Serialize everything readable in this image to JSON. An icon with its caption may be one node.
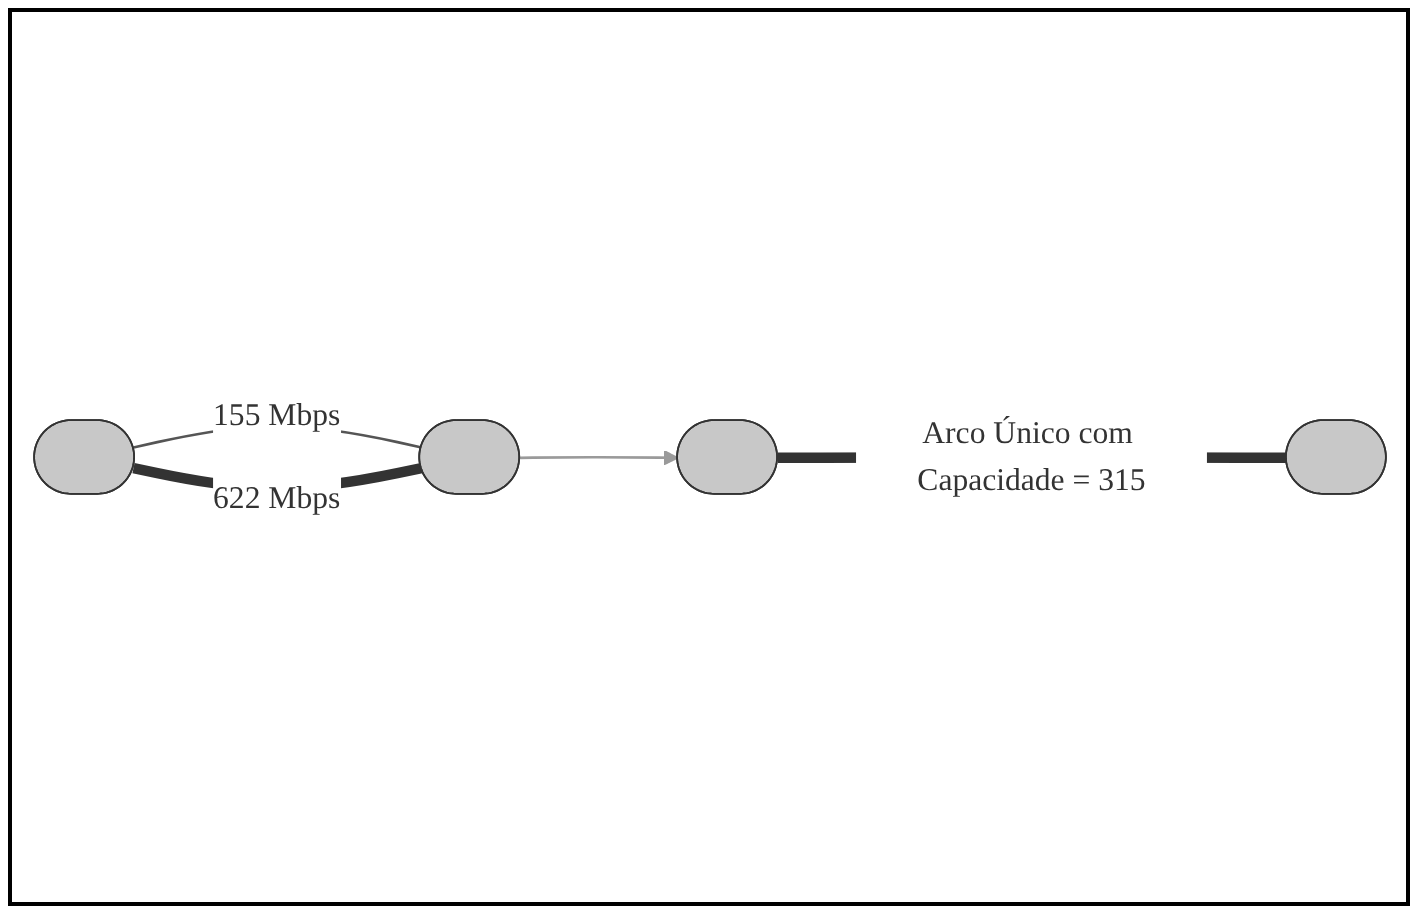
{
  "diagram": {
    "nodes": [
      {
        "text": [],
        "shape": "ellipse"
      },
      {
        "text": [],
        "shape": "ellipse"
      },
      {
        "text": [],
        "shape": "ellipse"
      },
      {
        "text": [],
        "shape": "ellipse"
      }
    ],
    "edges": [
      {
        "from": 0,
        "to": 1,
        "arrow": "none",
        "label": "155 Mbps"
      },
      {
        "from": 0,
        "to": 1,
        "arrow": "none",
        "label": "622 Mbps",
        "style": "thick"
      },
      {
        "from": 1,
        "to": 2,
        "arrow": "to",
        "color": "#9a9a9a"
      },
      {
        "from": 2,
        "to": 3,
        "arrow": "none",
        "label": "Arco Único com Capacidade = 315",
        "style": "thick"
      }
    ]
  }
}
